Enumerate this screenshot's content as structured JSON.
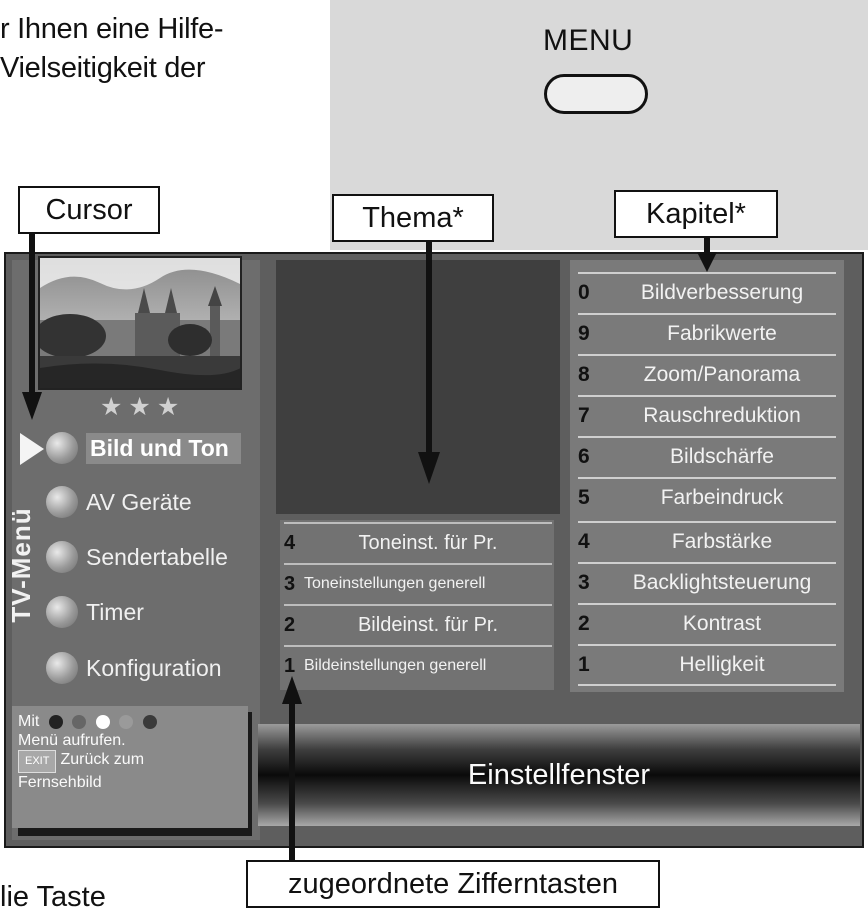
{
  "doc": {
    "line1": "r Ihnen eine Hilfe-",
    "line2": "Vielseitigkeit der",
    "bottom": "lie Taste"
  },
  "remote": {
    "menu_label": "MENU"
  },
  "callouts": {
    "cursor": "Cursor",
    "thema": "Thema*",
    "kapitel": "Kapitel*",
    "keys": "zugeordnete Zifferntasten"
  },
  "tv_menu": {
    "vertical_title": "TV-Menü",
    "stars": "★★★",
    "items": [
      {
        "label": "Bild und Ton"
      },
      {
        "label": "AV Geräte"
      },
      {
        "label": "Sendertabelle"
      },
      {
        "label": "Timer"
      },
      {
        "label": "Konfiguration"
      }
    ],
    "help": {
      "line1": "Mit",
      "line2": "Menü aufrufen.",
      "exit_key": "EXIT",
      "line3": "Zurück zum",
      "line4": "Fernsehbild"
    }
  },
  "thema_items": [
    {
      "num": "4",
      "label": "Toneinst. für Pr."
    },
    {
      "num": "3",
      "label": "Toneinstellungen generell"
    },
    {
      "num": "2",
      "label": "Bildeinst. für Pr."
    },
    {
      "num": "1",
      "label": "Bildeinstellungen generell"
    }
  ],
  "kapitel_items": [
    {
      "num": "0",
      "label": "Bildverbesserung"
    },
    {
      "num": "9",
      "label": "Fabrikwerte"
    },
    {
      "num": "8",
      "label": "Zoom/Panorama"
    },
    {
      "num": "7",
      "label": "Rauschreduktion"
    },
    {
      "num": "6",
      "label": "Bildschärfe"
    },
    {
      "num": "5",
      "label": "Farbeindruck"
    },
    {
      "num": "4",
      "label": "Farbstärke"
    },
    {
      "num": "3",
      "label": "Backlightsteuerung"
    },
    {
      "num": "2",
      "label": "Kontrast"
    },
    {
      "num": "1",
      "label": "Helligkeit"
    }
  ],
  "einstellfenster": "Einstellfenster",
  "colors": {
    "help_dots": [
      "#222222",
      "#666666",
      "#ffffff",
      "#9a9a9a",
      "#3a3a3a"
    ]
  }
}
